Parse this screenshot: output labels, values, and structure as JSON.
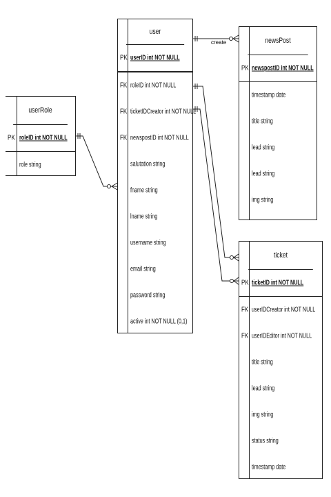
{
  "entities": {
    "user": {
      "title": "user",
      "pk": {
        "key": "PK",
        "text": "userID int NOT NULL"
      },
      "fields": [
        {
          "key": "FK",
          "text": "roleID int NOT NULL"
        },
        {
          "key": "FK",
          "text": "ticketIDCreator int NOT NULL"
        },
        {
          "key": "FK",
          "text": "newspostID int NOT NULL"
        },
        {
          "key": "",
          "text": "salutation string"
        },
        {
          "key": "",
          "text": "fname string"
        },
        {
          "key": "",
          "text": "lname string"
        },
        {
          "key": "",
          "text": "username string"
        },
        {
          "key": "",
          "text": "email string"
        },
        {
          "key": "",
          "text": "password string"
        },
        {
          "key": "",
          "text": "active int NOT NULL (0,1)"
        }
      ]
    },
    "userRole": {
      "title": "userRole",
      "pk": {
        "key": "PK",
        "text": "roleID int NOT NULL"
      },
      "fields": [
        {
          "key": "",
          "text": "role string"
        }
      ]
    },
    "newsPost": {
      "title": "newsPost",
      "pk": {
        "key": "PK",
        "text": "newspostID int NOT NULL"
      },
      "fields": [
        {
          "key": "",
          "text": "timestamp date"
        },
        {
          "key": "",
          "text": "title string"
        },
        {
          "key": "",
          "text": "lead string"
        },
        {
          "key": "",
          "text": "lead string"
        },
        {
          "key": "",
          "text": "img string"
        }
      ]
    },
    "ticket": {
      "title": "ticket",
      "pk": {
        "key": "PK",
        "text": "ticketID int NOT NULL"
      },
      "fields": [
        {
          "key": "FK",
          "text": "userIDCreator int NOT NULL"
        },
        {
          "key": "FK",
          "text": "userIDEditor int NOT NULL"
        },
        {
          "key": "",
          "text": "title string"
        },
        {
          "key": "",
          "text": "lead string"
        },
        {
          "key": "",
          "text": "img string"
        },
        {
          "key": "",
          "text": "status string"
        },
        {
          "key": "",
          "text": "timestamp date"
        }
      ]
    }
  },
  "relationships": [
    {
      "from": "user",
      "to": "newsPost",
      "label": "create"
    },
    {
      "from": "userRole",
      "to": "user",
      "label": ""
    },
    {
      "from": "user",
      "to": "ticket",
      "label": ""
    },
    {
      "from": "user",
      "to": "ticket",
      "label": ""
    }
  ]
}
